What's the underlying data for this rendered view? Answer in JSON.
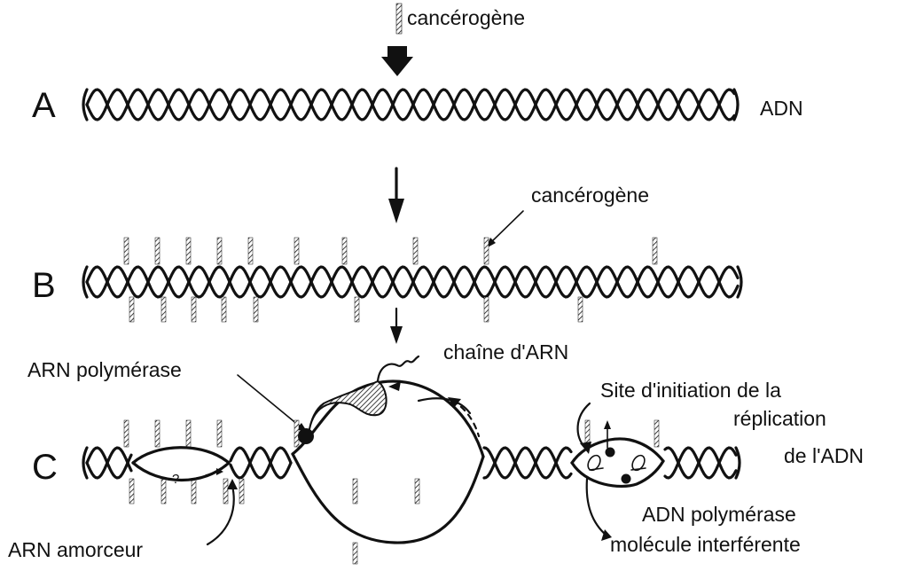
{
  "rows": {
    "a": "A",
    "b": "B",
    "c": "C"
  },
  "labels": {
    "carcinogen_top": "cancérogène",
    "dna": "ADN",
    "carcinogen_b": "cancérogène",
    "rna_chain": "chaîne d'ARN",
    "rna_polymerase": "ARN polymérase",
    "replication_site_1": "Site d'initiation de la",
    "replication_site_2": "réplication",
    "replication_site_3": "de l'ADN",
    "dna_polymerase": "ADN polymérase",
    "primer_rna": "ARN amorceur",
    "interfering_molecule": "molécule interférente",
    "question_mark": "?"
  },
  "colors": {
    "ink": "#111111",
    "paper": "#ffffff"
  }
}
